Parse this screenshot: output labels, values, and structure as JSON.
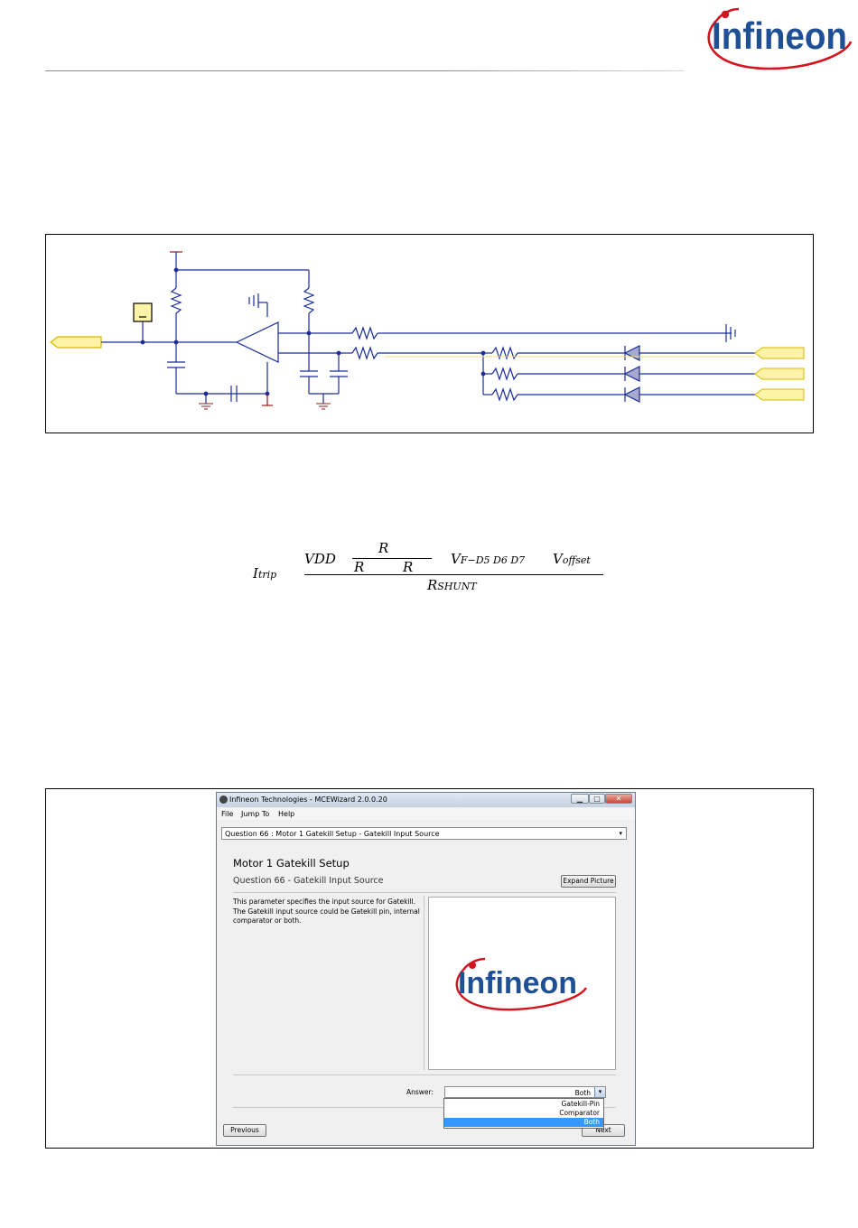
{
  "header": {
    "brand": "Infineon"
  },
  "formula": {
    "lhs": "I",
    "lhs_sub": "trip",
    "vdd": "VDD",
    "r_top": "R",
    "r_left": "R",
    "r_right": "R",
    "vf": "V",
    "vf_sub": "F−D5  D6  D7",
    "voffset": "V",
    "voffset_sub": "offset",
    "denominator": "R",
    "denominator_sub": "SHUNT"
  },
  "window": {
    "title": "Infineon Technologies - MCEWizard 2.0.0.20",
    "controls": {
      "minimize": "▁",
      "maximize": "□",
      "close": "✕"
    },
    "menu": [
      "File",
      "Jump To",
      "Help"
    ],
    "question_select": "Question  66 : Motor 1 Gatekill Setup - Gatekill Input Source",
    "section_title": "Motor 1 Gatekill Setup",
    "question_title": "Question 66 - Gatekill Input Source",
    "expand_button": "Expand Picture",
    "description": "This parameter specifies the input source for Gatekill. The Gatekill input source could be Gatekill pin, internal comparator or both.",
    "picture_brand": "Infineon",
    "answer_label": "Answer:",
    "answer_value": "Both",
    "answer_options": [
      "Gatekill-Pin",
      "Comparator",
      "Both"
    ],
    "previous_button": "Previous",
    "next_button": "Next"
  },
  "colors": {
    "brand_blue": "#1f4f95",
    "brand_red": "#d4141e",
    "wire_blue": "#1a2c9a",
    "wire_yellow": "#f2d200",
    "tag_fill": "#fcf3a6",
    "highlight": "#3399ff"
  }
}
